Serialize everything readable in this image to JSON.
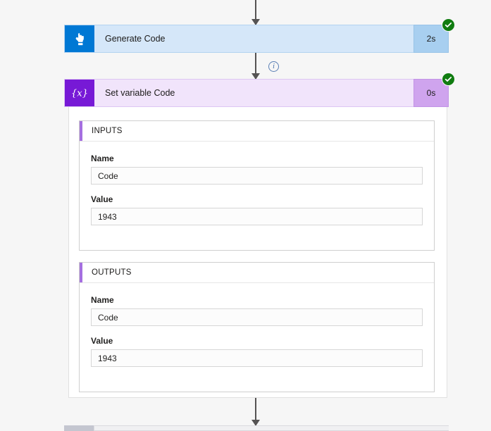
{
  "canvas": {
    "background_color": "#f6f6f6"
  },
  "connectors": [
    {
      "name": "connector-into-trigger"
    },
    {
      "name": "connector-trigger-to-setvar"
    },
    {
      "name": "connector-setvar-to-next"
    }
  ],
  "info_badge": {
    "glyph": "i",
    "name": "info-icon",
    "color": "#3e6ba8"
  },
  "cards": [
    {
      "id": "generate-code",
      "title": "Generate Code",
      "duration": "2s",
      "status": "succeeded",
      "icon": "tap-hand-icon",
      "icon_color": "#0078d4",
      "body_color": "#d5e7f9",
      "duration_color": "#a8cff0",
      "status_color": "#107c10"
    },
    {
      "id": "set-variable-code",
      "title": "Set variable Code",
      "duration": "0s",
      "status": "succeeded",
      "icon": "variable-braces-icon",
      "icon_color": "#7719d6",
      "body_color": "#f1e4fb",
      "duration_color": "#cfa4ee",
      "status_color": "#107c10"
    }
  ],
  "detail_panel": {
    "accent_color": "#a56fe0",
    "sections": [
      {
        "header": "INPUTS",
        "fields": [
          {
            "label": "Name",
            "value": "Code"
          },
          {
            "label": "Value",
            "value": "1943"
          }
        ]
      },
      {
        "header": "OUTPUTS",
        "fields": [
          {
            "label": "Name",
            "value": "Code"
          },
          {
            "label": "Value",
            "value": "1943"
          }
        ]
      }
    ]
  }
}
